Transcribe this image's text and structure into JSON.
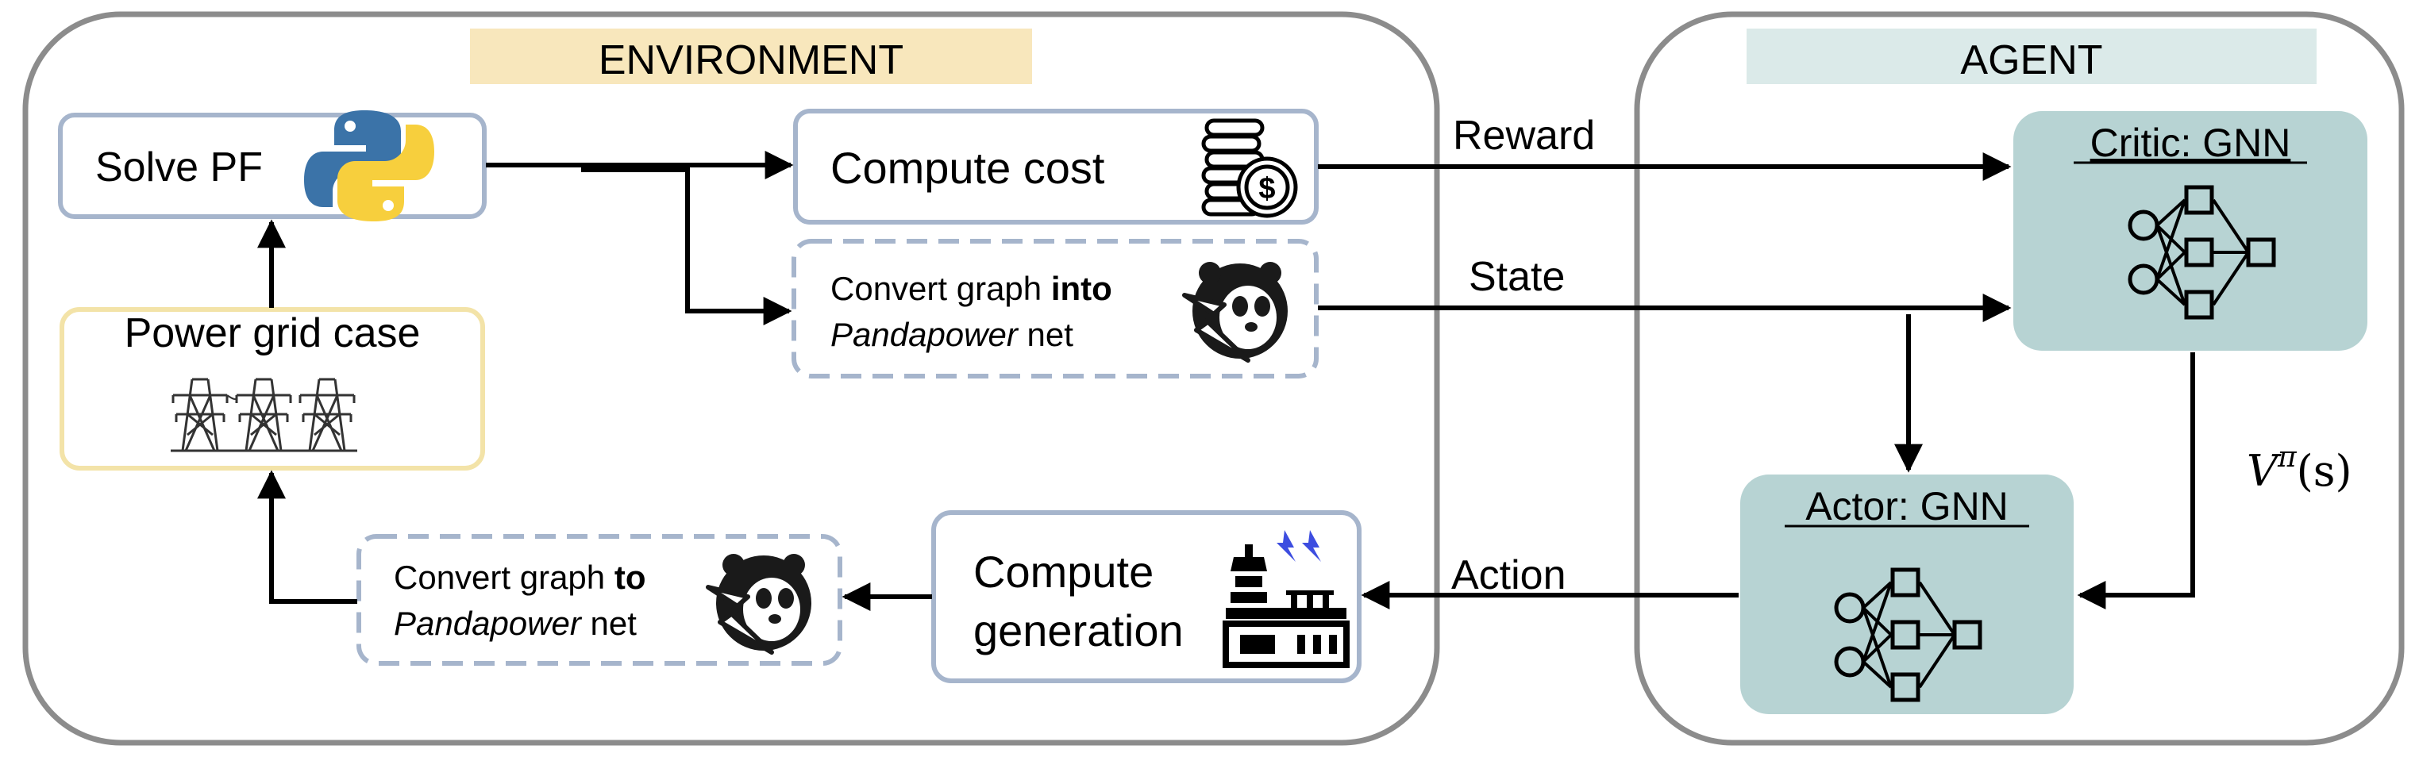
{
  "environment": {
    "title": "ENVIRONMENT",
    "solve_pf": "Solve PF",
    "compute_cost": "Compute cost",
    "convert_into": {
      "pre": "Convert graph ",
      "bold": "into",
      "italic": "Pandapower",
      "post": " net"
    },
    "power_grid": "Power grid case",
    "convert_to": {
      "pre": "Convert graph ",
      "bold": "to",
      "italic": "Pandapower",
      "post": " net"
    },
    "compute_gen": {
      "line1": "Compute",
      "line2": "generation"
    }
  },
  "agent": {
    "title": "AGENT",
    "critic": "Critic: GNN",
    "actor": "Actor: GNN"
  },
  "edges": {
    "reward": "Reward",
    "state": "State",
    "action": "Action",
    "value": {
      "base": "V",
      "sup": "π",
      "arg": "(s)"
    }
  },
  "colors": {
    "panel_border": "#8c8c8c",
    "env_title_bg": "#f8e7bc",
    "agent_title_bg": "#dbeae9",
    "box_border": "#a6b5cc",
    "grid_box_border": "#f3e3a8",
    "gnn_fill": "#b7d3d3",
    "python_blue": "#3b73a8",
    "python_yellow": "#f7cf3d",
    "bolt_blue": "#3d4de0"
  },
  "icons": [
    "python-logo-icon",
    "coins-dollar-icon",
    "pandapower-logo-icon",
    "transmission-towers-icon",
    "power-plant-icon",
    "neural-network-icon"
  ]
}
